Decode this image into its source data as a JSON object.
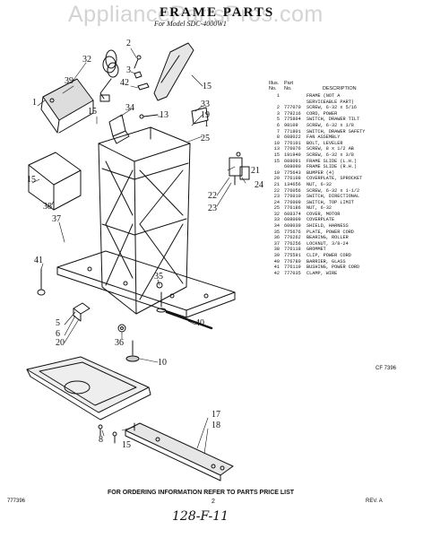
{
  "watermark": "AppliancePartsPros.com",
  "title": "FRAME PARTS",
  "subtitle": "For Model SDC-4000W1",
  "table": {
    "headers": {
      "illus_no": "Illus.\nNo.",
      "part_no": "Part\nNo.",
      "description": "DESCRIPTION"
    },
    "rows": [
      {
        "no": "1",
        "part": "",
        "desc": "FRAME (NOT A"
      },
      {
        "no": "",
        "part": "",
        "desc": "SERVICEABLE PART)"
      },
      {
        "no": "2",
        "part": "777070",
        "desc": "SCREW, 6-32 x 5/16"
      },
      {
        "no": "3",
        "part": "779216",
        "desc": "CORD, POWER"
      },
      {
        "no": "5",
        "part": "775804",
        "desc": "SWITCH, DRAWER TILT"
      },
      {
        "no": "6",
        "part": "98109",
        "desc": "SCREW, 6-32 x 1/8"
      },
      {
        "no": "7",
        "part": "771801",
        "desc": "SWITCH, DRAWER SAFETY"
      },
      {
        "no": "8",
        "part": "608022",
        "desc": "FAN ASSEMBLY"
      },
      {
        "no": "10",
        "part": "776101",
        "desc": "BOLT, LEVELER"
      },
      {
        "no": "13",
        "part": "776076",
        "desc": "SCREW, 8 x 1/2 AB"
      },
      {
        "no": "15",
        "part": "191940",
        "desc": "SCREW, 6-32 x 3/8"
      },
      {
        "no": "15",
        "part": "608091",
        "desc": "FRAME SLIDE (L.H.)"
      },
      {
        "no": "",
        "part": "608090",
        "desc": "FRAME SLIDE (R.H.)"
      },
      {
        "no": "19",
        "part": "775643",
        "desc": "BUMPER (4)"
      },
      {
        "no": "20",
        "part": "776108",
        "desc": "COVERPLATE, SPROCKET"
      },
      {
        "no": "21",
        "part": "134656",
        "desc": "NUT, 6-32"
      },
      {
        "no": "22",
        "part": "776056",
        "desc": "SCREW, 6-32 x 1-1/2"
      },
      {
        "no": "23",
        "part": "776010",
        "desc": "SWITCH, DIRECTIONAL"
      },
      {
        "no": "24",
        "part": "776009",
        "desc": "SWITCH, TOP LIMIT"
      },
      {
        "no": "25",
        "part": "776186",
        "desc": "NUT, 6-32"
      },
      {
        "no": "32",
        "part": "608374",
        "desc": "COVER, MOTOR"
      },
      {
        "no": "33",
        "part": "608009",
        "desc": "COVERPLATE"
      },
      {
        "no": "34",
        "part": "608039",
        "desc": "SHIELD, HARNESS"
      },
      {
        "no": "35",
        "part": "775676",
        "desc": "PLATE, POWER CORD"
      },
      {
        "no": "36",
        "part": "776262",
        "desc": "BEARING, ROLLER"
      },
      {
        "no": "37",
        "part": "776256",
        "desc": "LOCKNUT, 3/8-24"
      },
      {
        "no": "38",
        "part": "776118",
        "desc": "GROMMET"
      },
      {
        "no": "39",
        "part": "775591",
        "desc": "CLIP, POWER CORD"
      },
      {
        "no": "40",
        "part": "776780",
        "desc": "BARRIER, GLASS"
      },
      {
        "no": "41",
        "part": "776119",
        "desc": "BUSHING, POWER CORD"
      },
      {
        "no": "42",
        "part": "777035",
        "desc": "CLAMP, WIRE"
      }
    ]
  },
  "callouts": [
    {
      "text": "2"
    },
    {
      "text": "3"
    },
    {
      "text": "42"
    },
    {
      "text": "32"
    },
    {
      "text": "39"
    },
    {
      "text": "1"
    },
    {
      "text": "15"
    },
    {
      "text": "34"
    },
    {
      "text": "13"
    },
    {
      "text": "33"
    },
    {
      "text": "19"
    },
    {
      "text": "25"
    },
    {
      "text": "1"
    },
    {
      "text": "15"
    },
    {
      "text": "21"
    },
    {
      "text": "24"
    },
    {
      "text": "22"
    },
    {
      "text": "23"
    },
    {
      "text": "38"
    },
    {
      "text": "37"
    },
    {
      "text": "41"
    },
    {
      "text": "35"
    },
    {
      "text": "5"
    },
    {
      "text": "6"
    },
    {
      "text": "20"
    },
    {
      "text": "36"
    },
    {
      "text": "40"
    },
    {
      "text": "10"
    },
    {
      "text": "17"
    },
    {
      "text": "18"
    },
    {
      "text": "8"
    },
    {
      "text": "15"
    },
    {
      "text": "15"
    }
  ],
  "cf_code": "CF 7396",
  "footer": "FOR ORDERING INFORMATION REFER TO PARTS PRICE LIST",
  "doc_no": "777396",
  "page_no": "2",
  "rev": "REV. A",
  "handwritten": "128-F-11"
}
